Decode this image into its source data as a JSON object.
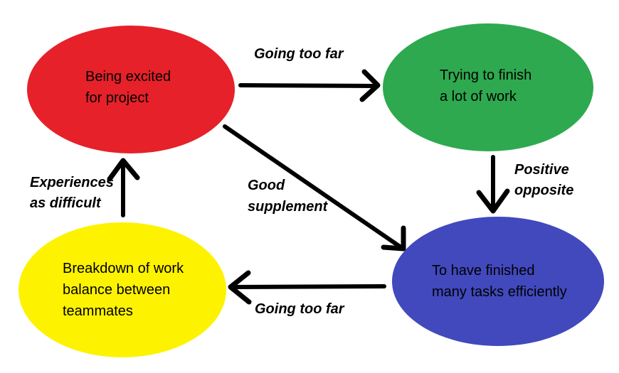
{
  "diagram": {
    "background_color": "#ffffff",
    "text_color": "#000000",
    "arrow_color": "#000000",
    "nodes": [
      {
        "id": "being-excited",
        "label": "Being excited\nfor project",
        "color": "#e62129"
      },
      {
        "id": "trying-to-finish",
        "label": "Trying to finish\na lot of work",
        "color": "#2ea94f"
      },
      {
        "id": "finished-tasks",
        "label": "To have finished\nmany tasks efficiently",
        "color": "#4149bd"
      },
      {
        "id": "breakdown",
        "label": "Breakdown of work\nbalance between\nteammates",
        "color": "#fdf200"
      }
    ],
    "edges": [
      {
        "from": "being-excited",
        "to": "trying-to-finish",
        "label": "Going too far"
      },
      {
        "from": "trying-to-finish",
        "to": "finished-tasks",
        "label": "Positive\nopposite"
      },
      {
        "from": "being-excited",
        "to": "finished-tasks",
        "label": "Good\nsupplement"
      },
      {
        "from": "finished-tasks",
        "to": "breakdown",
        "label": "Going too far"
      },
      {
        "from": "breakdown",
        "to": "being-excited",
        "label": "Experiences\nas difficult"
      }
    ]
  }
}
